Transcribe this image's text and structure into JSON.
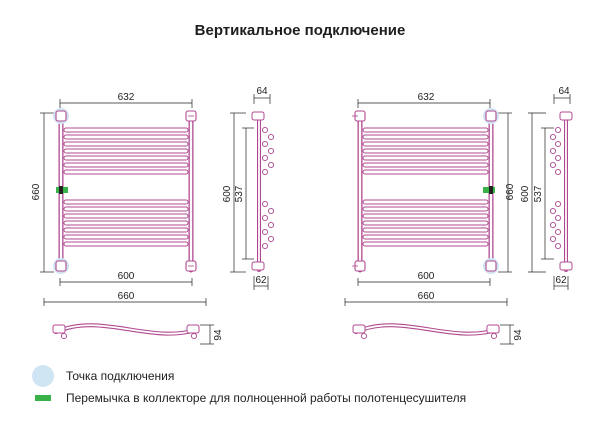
{
  "title": "Вертикальное подключение",
  "left_unit": {
    "top_width": "632",
    "height": "660",
    "inner_width": "600",
    "outer_width": "660",
    "side_depth_top": "64",
    "side_height_600": "600",
    "side_height_537": "537",
    "side_depth_bottom": "62",
    "profile_depth": "94"
  },
  "right_unit": {
    "top_width": "632",
    "height": "660",
    "inner_width": "600",
    "outer_width": "660",
    "side_depth_top": "64",
    "side_height_600": "600",
    "side_height_537": "537",
    "side_depth_bottom": "62",
    "profile_depth": "94"
  },
  "legend": {
    "connection_point": "Точка подключения",
    "jumper": "Перемычка в коллекторе для полноценной работы полотенцесушителя"
  },
  "colors": {
    "rail": "#b0488f",
    "connection_point": "#cfe5f4",
    "jumper": "#39b24a",
    "dimension": "#222222"
  }
}
